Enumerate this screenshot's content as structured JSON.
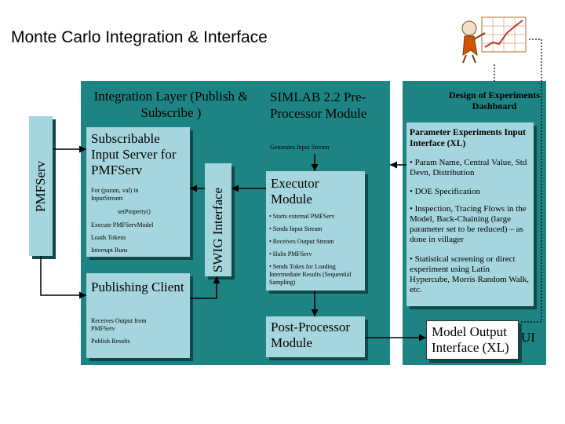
{
  "title": "Monte Carlo Integration & Interface",
  "pmfserv_label": "PMFServ",
  "integration": {
    "title": "Integration Layer (Publish & Subscribe )",
    "swig_label": "SWIG Interface",
    "input_server": {
      "title": "Subscribable Input Server for PMFServ",
      "lines": [
        "For (param, val) in InputStream:",
        "setProperty()",
        "Execute PMFServModel",
        "Loads Tokens",
        "Interrupt Runs"
      ]
    },
    "publishing": {
      "title": "Publishing Client",
      "lines": [
        "Receives Output from PMFServ",
        "Publish Results"
      ]
    }
  },
  "simlab": {
    "title": "SIMLAB 2.2 Pre-Processor Module",
    "subtitle": "Generates Input Stream",
    "executor": {
      "title": "Executor Module",
      "lines": [
        "• Starts external PMFServ",
        "• Sends Input Stream",
        "• Receives Output Stream",
        "• Halts PMFServ",
        "• Sends Tokes for Loading Intermediate Results (Sequential Sampling)"
      ]
    },
    "post": {
      "title": "Post-Processor Module"
    }
  },
  "design": {
    "title": "Design of Experiments Dashboard",
    "parameter_box": {
      "title": "Parameter Experiments Input Interface (XL)",
      "bullets": [
        "• Param Name, Central Value, Std Devn, Distribution",
        "• DOE Specification",
        "• Inspection, Tracing Flows in the Model, Back-Chaining (large parameter set to be reduced) – as done in villager",
        "• Statistical screening or direct experiment using Latin Hypercube, Morris Random Walk, etc."
      ]
    },
    "output_box": {
      "title": "Model Output Interface (XL)",
      "ui": "UI"
    }
  },
  "colors": {
    "panel": "#1e8383",
    "box": "#a6d6dd",
    "shadow": "#0f4a4a"
  },
  "icons": [
    "thinking-person-chart-icon"
  ]
}
